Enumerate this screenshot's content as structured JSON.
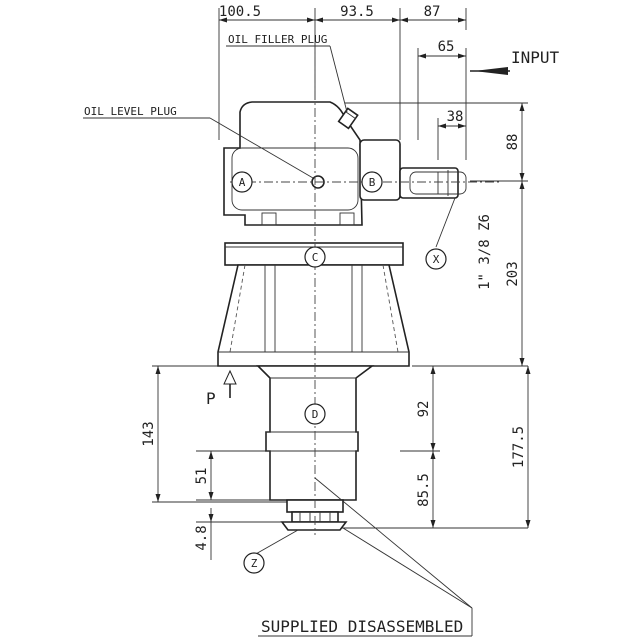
{
  "dimensions": {
    "top_left": "100.5",
    "top_mid": "93.5",
    "top_right": "87",
    "input_len": "65",
    "shaft_len": "38",
    "upper_height": "88",
    "lower_height": "203",
    "left_height": "143",
    "right_mid": "92",
    "right_total": "177.5",
    "small_left": "51",
    "right_lower": "85.5",
    "bottom_left": "4.8"
  },
  "labels": {
    "oil_filler": "OIL FILLER PLUG",
    "oil_level": "OIL LEVEL PLUG",
    "input": "INPUT",
    "spline": "1\" 3/8 Z6",
    "p_label": "P",
    "supplied": "SUPPLIED DISASSEMBLED"
  },
  "markers": {
    "a": "A",
    "b": "B",
    "c": "C",
    "d": "D",
    "x": "X",
    "z": "Z"
  }
}
